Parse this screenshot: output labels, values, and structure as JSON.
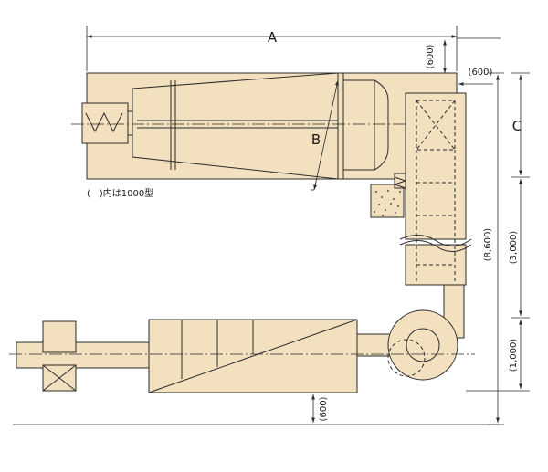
{
  "labels": {
    "dim_a": "A",
    "dim_b": "B",
    "dim_c": "C",
    "dim_600_top": "(600)",
    "dim_600_right": "(600)",
    "dim_8600": "(8,600)",
    "dim_3000": "(3,000)",
    "dim_1000": "(1,000)",
    "dim_600_bottom": "(600)",
    "note": "(　)内は1000型"
  },
  "colors": {
    "body_fill": "#f2e0bf",
    "line": "#2b2b2b"
  }
}
